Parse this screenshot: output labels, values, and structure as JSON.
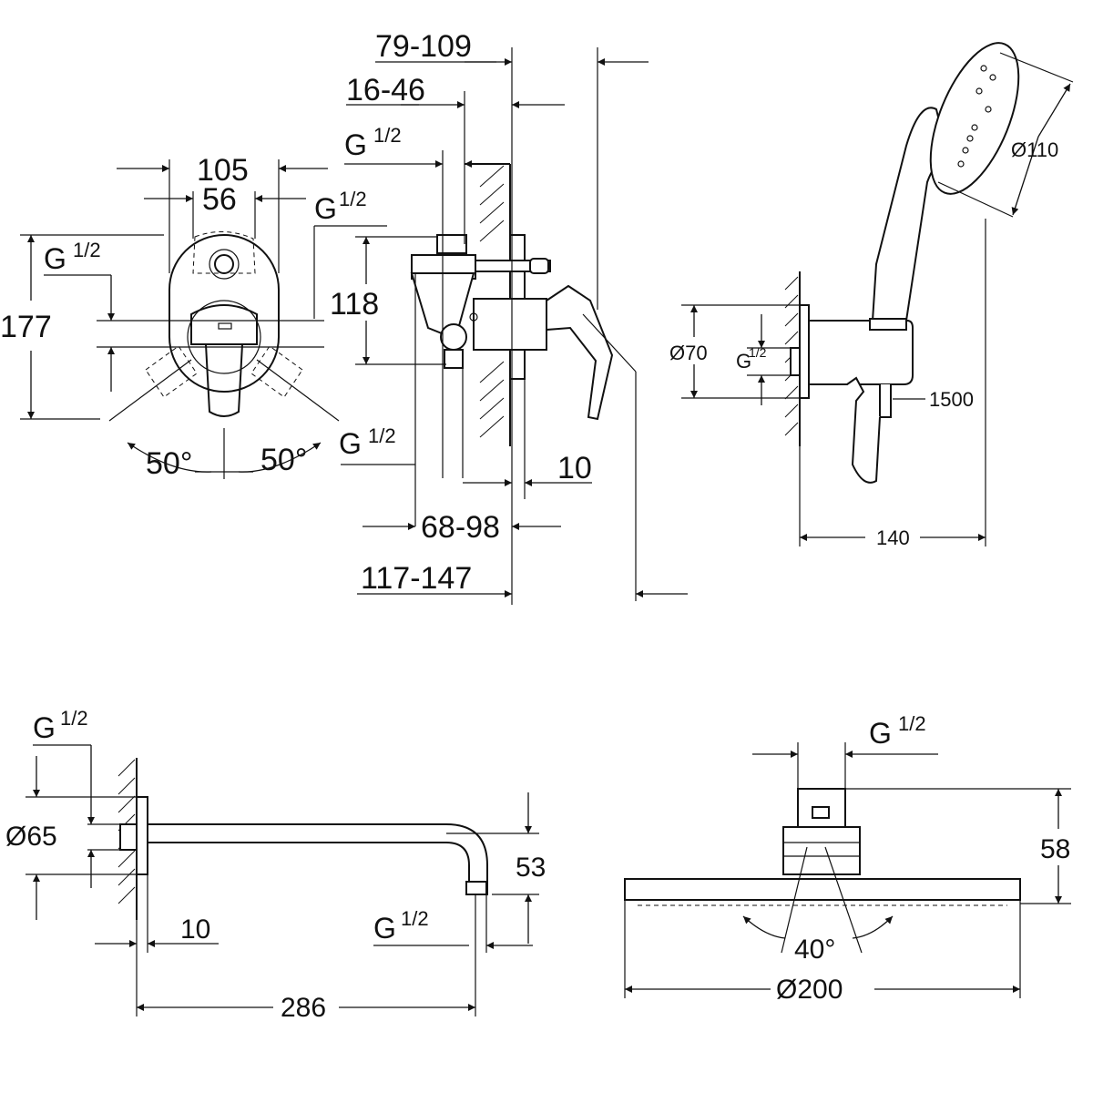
{
  "mixer_front": {
    "dim_width": "105",
    "dim_spacing": "56",
    "dim_height": "177",
    "thread_top": "G",
    "thread_top_frac": "1/2",
    "thread_left": "G",
    "thread_left_frac": "1/2",
    "thread_bottom": "G",
    "thread_bottom_frac": "1/2",
    "angle_left": "50°",
    "angle_right": "50°"
  },
  "mixer_side": {
    "dim_79_109": "79-109",
    "dim_16_46": "16-46",
    "thread": "G",
    "thread_frac": "1/2",
    "dim_118": "118",
    "dim_10": "10",
    "dim_68_98": "68-98",
    "dim_117_147": "117-147"
  },
  "hand_shower": {
    "head_diameter": "Ø110",
    "outlet_diameter": "Ø70",
    "thread": "G",
    "thread_frac": "1/2",
    "hose_length": "1500",
    "depth": "140"
  },
  "shower_arm": {
    "thread_top": "G",
    "thread_top_frac": "1/2",
    "flange_diameter": "Ø65",
    "drop": "53",
    "wall_offset": "10",
    "thread_end": "G",
    "thread_end_frac": "1/2",
    "length": "286"
  },
  "head_shower": {
    "thread": "G",
    "thread_frac": "1/2",
    "height": "58",
    "tilt_angle": "40°",
    "diameter": "Ø200"
  }
}
